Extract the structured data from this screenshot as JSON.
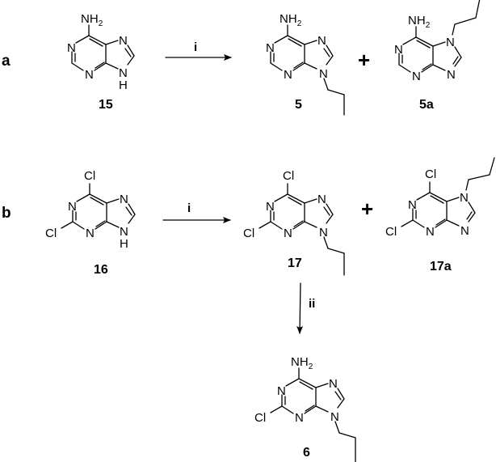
{
  "scheme": {
    "rows": [
      {
        "label": "a",
        "reactant": {
          "id": "15",
          "c6_substituent": "NH2",
          "c2_substituent": null,
          "n_substituent": "H",
          "n_position": "N9"
        },
        "arrow": {
          "reagent": "i",
          "direction": "right"
        },
        "products": [
          {
            "id": "5",
            "c6_substituent": "NH2",
            "c2_substituent": null,
            "n_substituent": "propyl",
            "n_position": "N9"
          },
          {
            "id": "5a",
            "c6_substituent": "NH2",
            "c2_substituent": null,
            "n_substituent": "propyl",
            "n_position": "N7"
          }
        ],
        "plus": "+"
      },
      {
        "label": "b",
        "reactant": {
          "id": "16",
          "c6_substituent": "Cl",
          "c2_substituent": "Cl",
          "n_substituent": "H",
          "n_position": "N9"
        },
        "arrow": {
          "reagent": "i",
          "direction": "right"
        },
        "products": [
          {
            "id": "17",
            "c6_substituent": "Cl",
            "c2_substituent": "Cl",
            "n_substituent": "propyl",
            "n_position": "N9"
          },
          {
            "id": "17a",
            "c6_substituent": "Cl",
            "c2_substituent": "Cl",
            "n_substituent": "propyl",
            "n_position": "N7"
          }
        ],
        "plus": "+"
      }
    ],
    "second_step": {
      "from": "17",
      "arrow": {
        "reagent": "ii",
        "direction": "down"
      },
      "product": {
        "id": "6",
        "c6_substituent": "NH2",
        "c2_substituent": "Cl",
        "n_substituent": "propyl",
        "n_position": "N9"
      }
    }
  },
  "atoms": {
    "N": "N",
    "H": "H",
    "Cl": "Cl",
    "NH": "NH",
    "sub2": "2"
  },
  "labels": {
    "row_a": "a",
    "row_b": "b",
    "reagent_i": "i",
    "reagent_ii": "ii",
    "plus": "+",
    "c15": "15",
    "c5": "5",
    "c5a": "5a",
    "c16": "16",
    "c17": "17",
    "c17a": "17a",
    "c6": "6"
  }
}
